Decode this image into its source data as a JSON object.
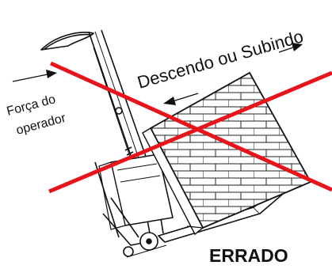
{
  "labels": {
    "direction": "Descendo ou Subindo",
    "force_line1": "Força do",
    "force_line2": "operador",
    "verdict": "ERRADO"
  },
  "colors": {
    "cross": "#e8141b",
    "ink": "#111111",
    "brick_fill": "#ffffff"
  },
  "icons": {
    "cross_mark": "x-cross-icon",
    "arrow": "arrow-icon"
  }
}
